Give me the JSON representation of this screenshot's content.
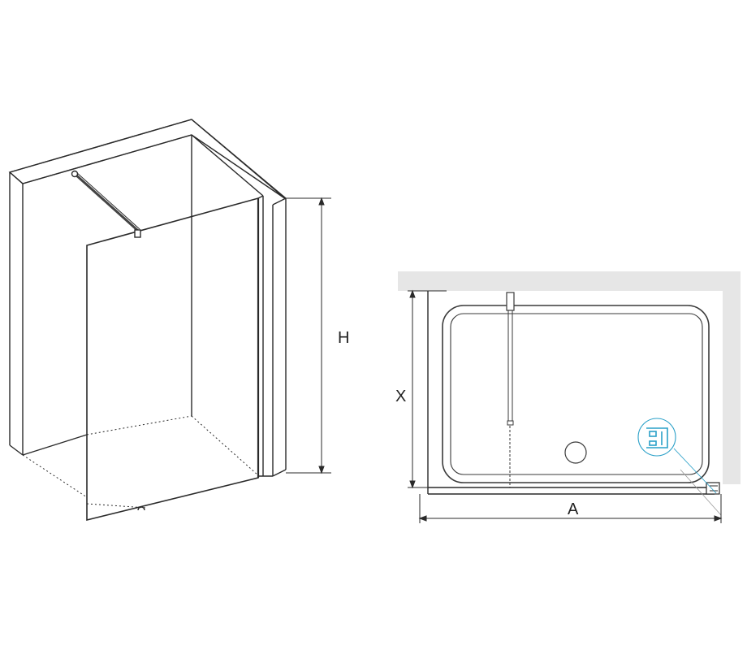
{
  "labels": {
    "height": "H",
    "depth": "X",
    "width": "A"
  },
  "colors": {
    "line": "#2a2a2a",
    "wall_fill": "#e6e6e6",
    "tray_line": "#3a3a3a",
    "detail_accent": "#2aa0c8"
  }
}
